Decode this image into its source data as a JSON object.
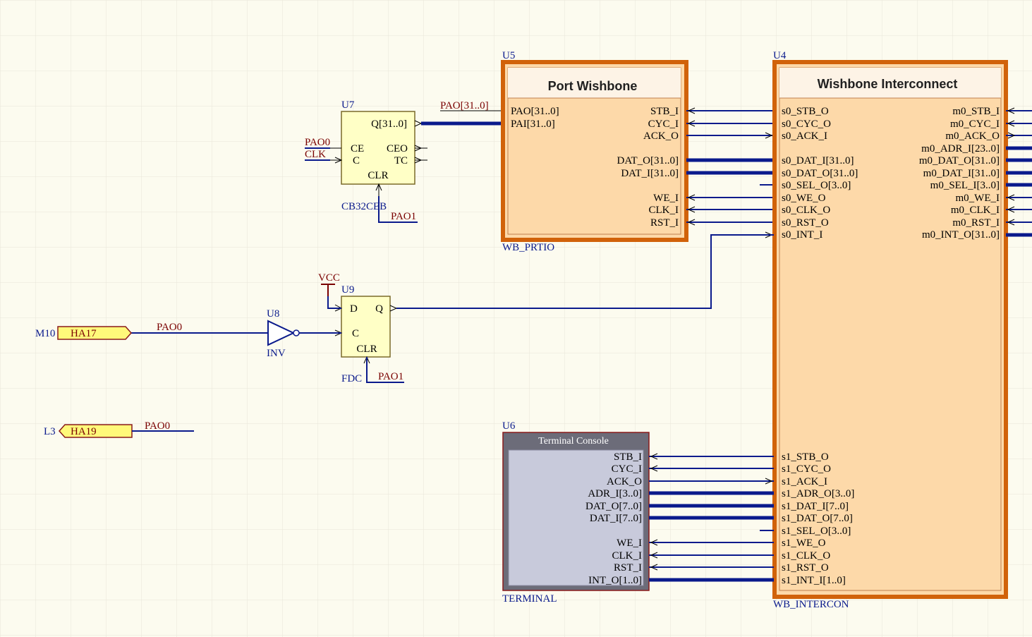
{
  "colors": {
    "background": "#fcfbef",
    "grid": "#e8e6d8",
    "wire": "#0a1a8c",
    "net_label": "#7a0000",
    "designator": "#0a1a8c",
    "wishbone_fill": "#fdd9a9",
    "wishbone_border": "#d1620a",
    "primitive_fill": "#ffffc6",
    "terminal_fill": "#c8cadb",
    "terminal_border": "#6c6c79",
    "port_fill": "#fff97a"
  },
  "components": {
    "u5": {
      "designator": "U5",
      "title": "Port Wishbone",
      "footer": "WB_PRTIO",
      "left_pins": [
        "PAO[31..0]",
        "PAI[31..0]"
      ],
      "right_pins": [
        "STB_I",
        "CYC_I",
        "ACK_O",
        "DAT_O[31..0]",
        "DAT_I[31..0]",
        "WE_I",
        "CLK_I",
        "RST_I"
      ]
    },
    "u4": {
      "designator": "U4",
      "title": "Wishbone Interconnect",
      "footer": "WB_INTERCON",
      "left_pins_s0": [
        "s0_STB_O",
        "s0_CYC_O",
        "s0_ACK_I",
        "s0_DAT_I[31..0]",
        "s0_DAT_O[31..0]",
        "s0_SEL_O[3..0]",
        "s0_WE_O",
        "s0_CLK_O",
        "s0_RST_O",
        "s0_INT_I"
      ],
      "right_pins_m0": [
        "m0_STB_I",
        "m0_CYC_I",
        "m0_ACK_O",
        "m0_ADR_I[23..0]",
        "m0_DAT_O[31..0]",
        "m0_DAT_I[31..0]",
        "m0_SEL_I[3..0]",
        "m0_WE_I",
        "m0_CLK_I",
        "m0_RST_I",
        "m0_INT_O[31..0]"
      ],
      "left_pins_s1": [
        "s1_STB_O",
        "s1_CYC_O",
        "s1_ACK_I",
        "s1_ADR_O[3..0]",
        "s1_DAT_I[7..0]",
        "s1_DAT_O[7..0]",
        "s1_SEL_O[3..0]",
        "s1_WE_O",
        "s1_CLK_O",
        "s1_RST_O",
        "s1_INT_I[1..0]"
      ]
    },
    "u6": {
      "designator": "U6",
      "title": "Terminal Console",
      "footer": "TERMINAL",
      "right_pins": [
        "STB_I",
        "CYC_I",
        "ACK_O",
        "ADR_I[3..0]",
        "DAT_O[7..0]",
        "DAT_I[7..0]",
        "WE_I",
        "CLK_I",
        "RST_I",
        "INT_O[1..0]"
      ]
    },
    "u7": {
      "designator": "U7",
      "footer": "CB32CEB",
      "pins": {
        "q": "Q[31..0]",
        "ce": "CE",
        "c": "C",
        "ceo": "CEO",
        "tc": "TC",
        "clr": "CLR"
      }
    },
    "u9": {
      "designator": "U9",
      "footer": "FDC",
      "pins": {
        "d": "D",
        "q": "Q",
        "c": "C",
        "clr": "CLR"
      }
    },
    "u8": {
      "designator": "U8",
      "footer": "INV"
    }
  },
  "ports": [
    {
      "pin": "M10",
      "name": "HA17"
    },
    {
      "pin": "L3",
      "name": "HA19"
    }
  ],
  "nets": {
    "pao_bus": "PAO[31..0]",
    "pao0_u7": "PAO0",
    "clk": "CLK",
    "pao1_u7": "PAO1",
    "vcc": "VCC",
    "pao0_ha17": "PAO0",
    "pao1_u9": "PAO1",
    "pao0_ha19": "PAO0"
  }
}
